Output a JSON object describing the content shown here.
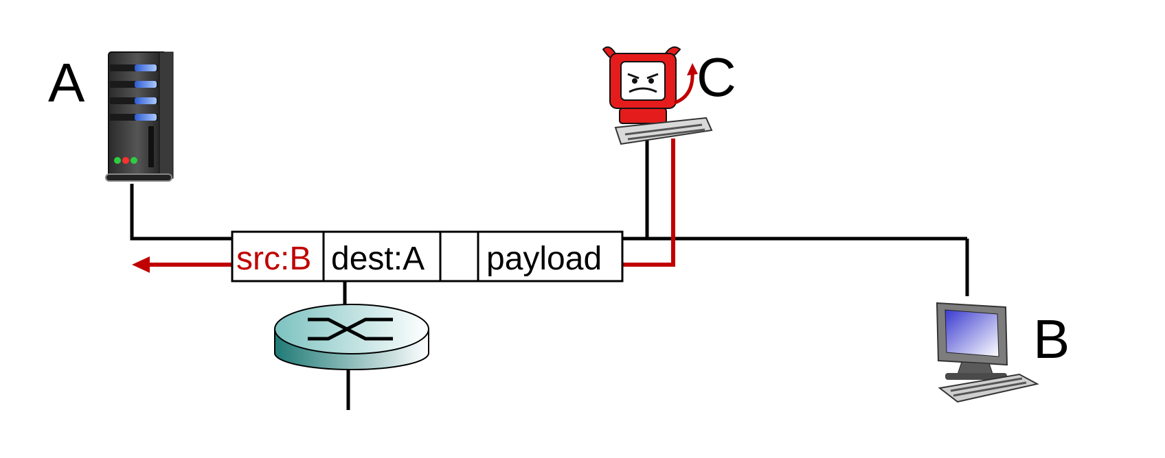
{
  "hosts": {
    "a": {
      "label": "A",
      "icon": "server-tower-icon"
    },
    "b": {
      "label": "B",
      "icon": "desktop-computer-icon"
    },
    "c": {
      "label": "C",
      "icon": "devil-computer-icon"
    }
  },
  "switch": {
    "icon": "switch-icon"
  },
  "packet": {
    "src": "src:B",
    "dest": "dest:A",
    "empty": "",
    "payload": "payload"
  },
  "colors": {
    "attack": "#c00000",
    "wire": "#000000",
    "switch_top": "#9fd3d3",
    "switch_side": "#2f8a86",
    "screen": "#6a6ad8"
  }
}
